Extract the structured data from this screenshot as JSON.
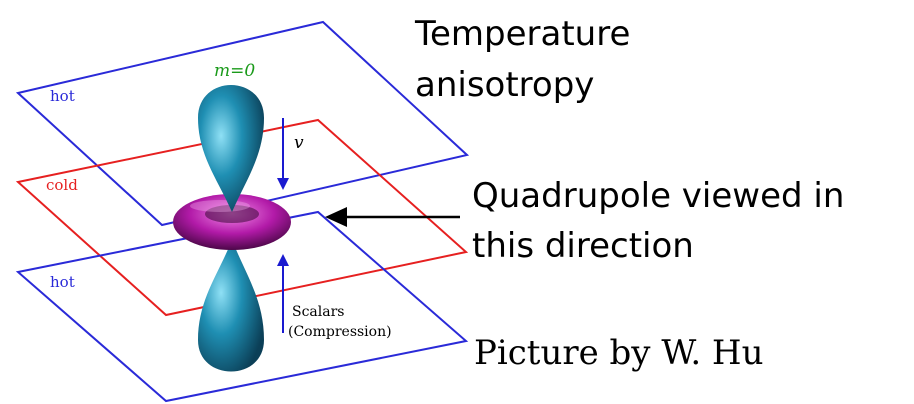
{
  "diagram": {
    "plane_labels": {
      "top": "hot",
      "middle": "cold",
      "bottom": "hot"
    },
    "mode_label": "m=0",
    "velocity_label": "v",
    "scalars_label": {
      "line1": "Scalars",
      "line2": "(Compression)"
    },
    "annotations": {
      "temperature": {
        "line1": "Temperature",
        "line2": "anisotropy"
      },
      "quadrupole": {
        "line1": "Quadrupole viewed in",
        "line2": "this direction"
      },
      "credit": "Picture by W. Hu"
    },
    "colors": {
      "hot_plane": "#2a2ad8",
      "cold_plane": "#e62020",
      "lobe": "#1f8fb3",
      "torus": "#b21aa8",
      "mode_label": "#1a9a1a",
      "arrow": "#1a1ad0"
    }
  }
}
